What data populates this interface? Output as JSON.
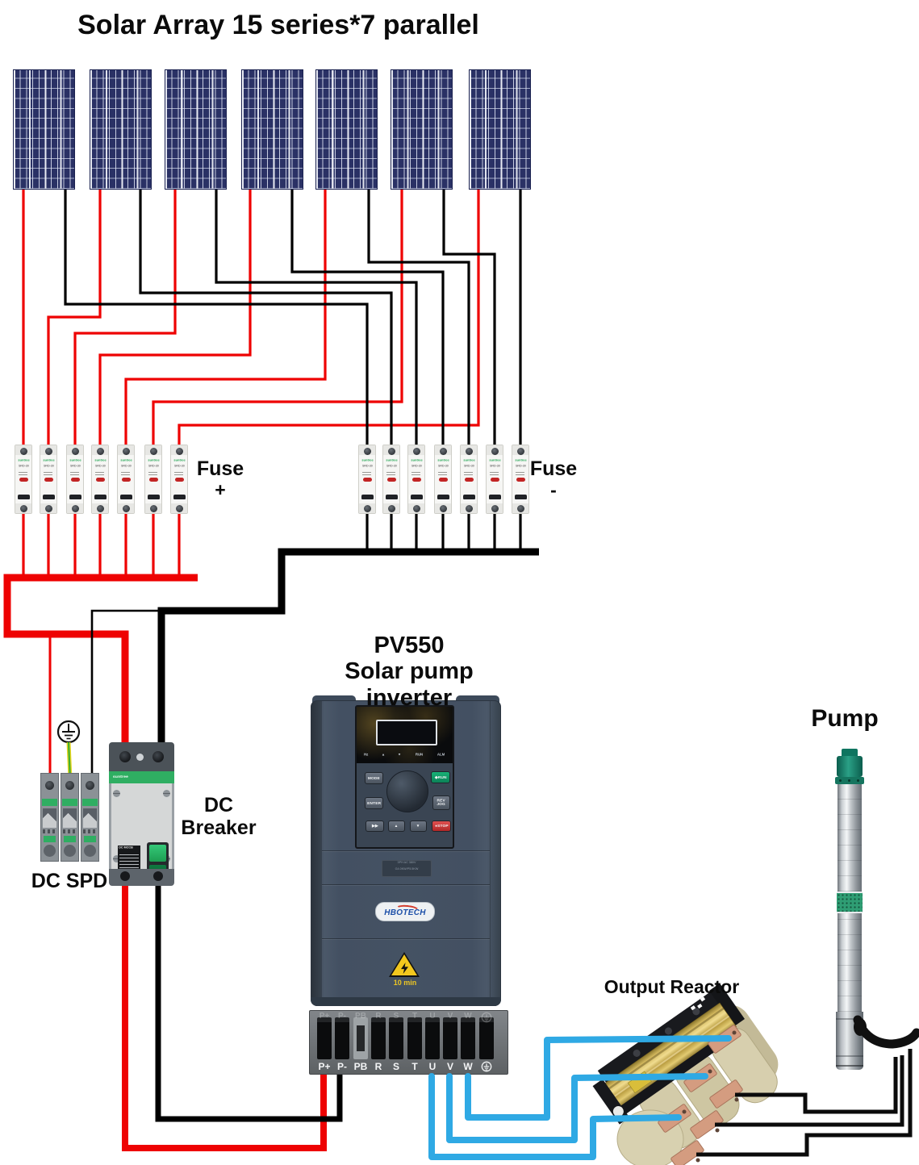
{
  "title": "Solar Array 15 series*7 parallel",
  "array": {
    "panel_count": 7
  },
  "fuses": {
    "brand": "suntree",
    "model": "SRD-30",
    "plus_label": "Fuse",
    "plus_sign": "+",
    "minus_label": "Fuse",
    "minus_sign": "-"
  },
  "spd": {
    "label": "DC SPD"
  },
  "breaker": {
    "label_line1": "DC",
    "label_line2": "Breaker",
    "brand": "suntree",
    "plate_title": "DC MCCB"
  },
  "inverter": {
    "model": "PV550",
    "name": "Solar pump inverter",
    "indicators": [
      "Hz",
      "▲",
      "▼",
      "RUN",
      "ALM"
    ],
    "buttons": {
      "mode": "MODE",
      "enter": "ENTER",
      "run": "RUN",
      "run_icon": "◆",
      "rev": "REV",
      "jog": "JOG",
      "fast": "▶▶",
      "up": "▲",
      "down": "▼",
      "stop": "STOP",
      "stop_icon": "●"
    },
    "spec_line1": "3PH AC 380V",
    "spec_line2": "G4.0KW/P5.5KW",
    "logo": "HBOTECH",
    "warning_time": "10 min"
  },
  "terminals": {
    "labels": [
      "P+",
      "P-",
      "PB",
      "R",
      "S",
      "T",
      "U",
      "V",
      "W"
    ],
    "ground_icon": "earth-ground"
  },
  "reactor": {
    "label": "Output Reactor"
  },
  "pump": {
    "label": "Pump"
  },
  "colors": {
    "wire_red": "#ee0202",
    "wire_black": "#000000",
    "wire_blue": "#2fa9e4",
    "ground_green": "#3faf2e",
    "ground_yellow": "#e8d51e",
    "panel_blue": "#2a3165",
    "fuse_brand_green": "#17a24b",
    "breaker_green": "#2fae62",
    "run_green": "#11a06b",
    "stop_red": "#d03a3a"
  }
}
